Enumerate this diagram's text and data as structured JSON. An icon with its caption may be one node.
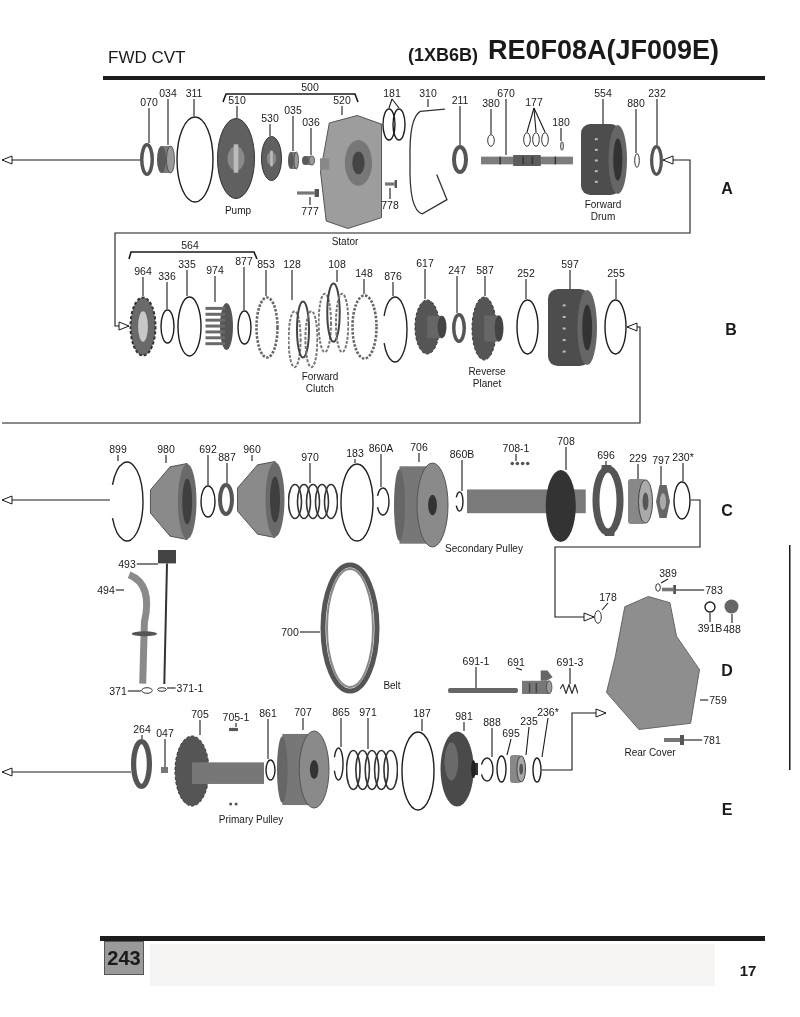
{
  "diagram": {
    "title": "RE0F08A(JF009E)",
    "nodes": [
      {
        "text": [
          "070"
        ]
      },
      {
        "text": [],
        "shape": "circle"
      },
      {
        "text": [
          "034"
        ]
      },
      {
        "text": [],
        "shape": "cylinder"
      },
      {
        "text": [
          "311"
        ]
      },
      {
        "text": [],
        "shape": "circle"
      },
      {
        "text": [
          "510"
        ]
      },
      {
        "text": [],
        "shape": "picture"
      },
      {
        "text": [
          "530"
        ]
      },
      {
        "text": [],
        "shape": "picture"
      },
      {
        "text": [
          "035"
        ]
      },
      {
        "text": [],
        "shape": "cylinder"
      },
      {
        "text": [
          "036"
        ]
      },
      {
        "text": [],
        "shape": "cylinder"
      },
      {
        "text": [
          "520"
        ]
      },
      {
        "text": [],
        "shape": "picture"
      },
      {
        "text": [
          "777"
        ]
      },
      {
        "text": [],
        "shape": "picture"
      },
      {
        "text": [
          "778"
        ]
      },
      {
        "text": [],
        "shape": "picture"
      },
      {
        "text": [
          "181"
        ]
      },
      {
        "text": [],
        "shape": "circle"
      },
      {
        "text": [],
        "shape": "circle"
      },
      {
        "text": [
          "310"
        ]
      },
      {
        "text": [],
        "shape": "picture"
      },
      {
        "text": [
          "211"
        ]
      },
      {
        "text": [],
        "shape": "circle"
      },
      {
        "text": [
          "380"
        ]
      },
      {
        "text": [],
        "shape": "circle"
      },
      {
        "text": [
          "670"
        ]
      },
      {
        "text": [],
        "shape": "picture"
      },
      {
        "text": [
          "177"
        ]
      },
      {
        "text": [],
        "shape": "circle"
      },
      {
        "text": [],
        "shape": "circle"
      },
      {
        "text": [],
        "shape": "circle"
      },
      {
        "text": [
          "180"
        ]
      },
      {
        "text": [],
        "shape": "circle"
      },
      {
        "text": [
          "554"
        ]
      },
      {
        "text": [],
        "shape": "picture"
      },
      {
        "text": [
          "880"
        ]
      },
      {
        "text": [],
        "shape": "circle"
      },
      {
        "text": [
          "232"
        ]
      },
      {
        "text": [],
        "shape": "circle"
      },
      {
        "text": [
          "964"
        ]
      },
      {
        "text": [],
        "shape": "picture"
      },
      {
        "text": [
          "336"
        ]
      },
      {
        "text": [],
        "shape": "circle"
      },
      {
        "text": [
          "335"
        ]
      },
      {
        "text": [],
        "shape": "circle"
      },
      {
        "text": [
          "974"
        ]
      },
      {
        "text": [],
        "shape": "picture"
      },
      {
        "text": [
          "877"
        ]
      },
      {
        "text": [],
        "shape": "circle"
      },
      {
        "text": [
          "853"
        ]
      },
      {
        "text": [],
        "shape": "circle"
      },
      {
        "text": [
          "128"
        ]
      },
      {
        "text": [],
        "shape": "picture"
      },
      {
        "text": [
          "108"
        ]
      },
      {
        "text": [],
        "shape": "picture"
      },
      {
        "text": [
          "148"
        ]
      },
      {
        "text": [],
        "shape": "circle"
      },
      {
        "text": [
          "876"
        ]
      },
      {
        "text": [],
        "shape": "circle"
      },
      {
        "text": [
          "617"
        ]
      },
      {
        "text": [],
        "shape": "picture"
      },
      {
        "text": [
          "247"
        ]
      },
      {
        "text": [],
        "shape": "circle"
      },
      {
        "text": [
          "587"
        ]
      },
      {
        "text": [],
        "shape": "picture"
      },
      {
        "text": [
          "252"
        ]
      },
      {
        "text": [],
        "shape": "circle"
      },
      {
        "text": [
          "597"
        ]
      },
      {
        "text": [],
        "shape": "picture"
      },
      {
        "text": [
          "255"
        ]
      },
      {
        "text": [],
        "shape": "circle"
      },
      {
        "text": [
          "899"
        ]
      },
      {
        "text": [],
        "shape": "circle"
      },
      {
        "text": [
          "980"
        ]
      },
      {
        "text": [],
        "shape": "picture"
      },
      {
        "text": [
          "692"
        ]
      },
      {
        "text": [],
        "shape": "circle"
      },
      {
        "text": [
          "887"
        ]
      },
      {
        "text": [],
        "shape": "circle"
      },
      {
        "text": [
          "960"
        ]
      },
      {
        "text": [],
        "shape": "picture"
      },
      {
        "text": [
          "970"
        ]
      },
      {
        "text": [],
        "shape": "picture"
      },
      {
        "text": [
          "183"
        ]
      },
      {
        "text": [],
        "shape": "circle"
      },
      {
        "text": [
          "860A"
        ]
      },
      {
        "text": [],
        "shape": "circle"
      },
      {
        "text": [
          "706"
        ]
      },
      {
        "text": [],
        "shape": "picture"
      },
      {
        "text": [
          "860B"
        ]
      },
      {
        "text": [],
        "shape": "circle"
      },
      {
        "text": [
          "708-1"
        ]
      },
      {
        "text": [],
        "shape": "picture"
      },
      {
        "text": [
          "708"
        ]
      },
      {
        "text": [],
        "shape": "picture"
      },
      {
        "text": [
          "696"
        ]
      },
      {
        "text": [],
        "shape": "circle"
      },
      {
        "text": [
          "229"
        ]
      },
      {
        "text": [],
        "shape": "cylinder"
      },
      {
        "text": [
          "797"
        ]
      },
      {
        "text": [],
        "shape": "picture"
      },
      {
        "text": [
          "230*"
        ]
      },
      {
        "text": [],
        "shape": "circle"
      },
      {
        "text": [
          "493"
        ]
      },
      {
        "text": [],
        "shape": "picture"
      },
      {
        "text": [
          "494"
        ]
      },
      {
        "text": [],
        "shape": "picture"
      },
      {
        "text": [
          "371"
        ]
      },
      {
        "text": [],
        "shape": "circle"
      },
      {
        "text": [
          "371-1"
        ]
      },
      {
        "text": [],
        "shape": "circle"
      },
      {
        "text": [
          "700"
        ]
      },
      {
        "text": [],
        "shape": "picture"
      },
      {
        "text": [
          "178"
        ]
      },
      {
        "text": [],
        "shape": "circle"
      },
      {
        "text": [
          "389"
        ]
      },
      {
        "text": [],
        "shape": "circle"
      },
      {
        "text": [
          "783"
        ]
      },
      {
        "text": [],
        "shape": "picture"
      },
      {
        "text": [
          "391B"
        ]
      },
      {
        "text": [],
        "shape": "circle"
      },
      {
        "text": [
          "488"
        ]
      },
      {
        "text": [],
        "shape": "circle"
      },
      {
        "text": [
          "759"
        ]
      },
      {
        "text": [],
        "shape": "picture"
      },
      {
        "text": [
          "691-1"
        ]
      },
      {
        "text": [],
        "shape": "bar"
      },
      {
        "text": [
          "691"
        ]
      },
      {
        "text": [],
        "shape": "picture"
      },
      {
        "text": [
          "691-3"
        ]
      },
      {
        "text": [],
        "shape": "picture"
      },
      {
        "text": [
          "781"
        ]
      },
      {
        "text": [],
        "shape": "picture"
      },
      {
        "text": [
          "264"
        ]
      },
      {
        "text": [],
        "shape": "circle"
      },
      {
        "text": [
          "047"
        ]
      },
      {
        "text": [],
        "shape": "box"
      },
      {
        "text": [
          "705"
        ]
      },
      {
        "text": [],
        "shape": "picture"
      },
      {
        "text": [
          "705-1"
        ]
      },
      {
        "text": [],
        "shape": "picture"
      },
      {
        "text": [
          "861"
        ]
      },
      {
        "text": [],
        "shape": "circle"
      },
      {
        "text": [
          "707"
        ]
      },
      {
        "text": [],
        "shape": "picture"
      },
      {
        "text": [
          "865"
        ]
      },
      {
        "text": [],
        "shape": "circle"
      },
      {
        "text": [
          "971"
        ]
      },
      {
        "text": [],
        "shape": "picture"
      },
      {
        "text": [
          "187"
        ]
      },
      {
        "text": [],
        "shape": "circle"
      },
      {
        "text": [
          "981"
        ]
      },
      {
        "text": [],
        "shape": "picture"
      },
      {
        "text": [
          "888"
        ]
      },
      {
        "text": [],
        "shape": "circle"
      },
      {
        "text": [
          "695"
        ]
      },
      {
        "text": [],
        "shape": "circle"
      },
      {
        "text": [
          "235"
        ]
      },
      {
        "text": [],
        "shape": "cylinder"
      },
      {
        "text": [
          "236*"
        ]
      },
      {
        "text": [],
        "shape": "circle"
      }
    ],
    "edges": [
      {
        "from": 0,
        "to": 1,
        "arrow": "none"
      },
      {
        "from": 2,
        "to": 3,
        "arrow": "none"
      },
      {
        "from": 4,
        "to": 5,
        "arrow": "none"
      },
      {
        "from": 6,
        "to": 7,
        "arrow": "none"
      },
      {
        "from": 8,
        "to": 9,
        "arrow": "none"
      },
      {
        "from": 10,
        "to": 11,
        "arrow": "none"
      },
      {
        "from": 12,
        "to": 13,
        "arrow": "none"
      },
      {
        "from": 14,
        "to": 15,
        "arrow": "none"
      },
      {
        "from": 16,
        "to": 17,
        "arrow": "none"
      },
      {
        "from": 18,
        "to": 19,
        "arrow": "none"
      },
      {
        "from": 20,
        "to": 21,
        "arrow": "none"
      },
      {
        "from": 20,
        "to": 22,
        "arrow": "none"
      },
      {
        "from": 23,
        "to": 24,
        "arrow": "none"
      },
      {
        "from": 25,
        "to": 26,
        "arrow": "none"
      },
      {
        "from": 27,
        "to": 28,
        "arrow": "none"
      },
      {
        "from": 29,
        "to": 30,
        "arrow": "none"
      },
      {
        "from": 31,
        "to": 32,
        "arrow": "none"
      },
      {
        "from": 31,
        "to": 33,
        "arrow": "none"
      },
      {
        "from": 31,
        "to": 34,
        "arrow": "none"
      },
      {
        "from": 35,
        "to": 36,
        "arrow": "none"
      },
      {
        "from": 37,
        "to": 38,
        "arrow": "none"
      },
      {
        "from": 39,
        "to": 40,
        "arrow": "none"
      },
      {
        "from": 41,
        "to": 42,
        "arrow": "none"
      },
      {
        "from": 43,
        "to": 44,
        "arrow": "none"
      },
      {
        "from": 45,
        "to": 46,
        "arrow": "none"
      },
      {
        "from": 47,
        "to": 48,
        "arrow": "none"
      },
      {
        "from": 49,
        "to": 50,
        "arrow": "none"
      },
      {
        "from": 51,
        "to": 52,
        "arrow": "none"
      },
      {
        "from": 53,
        "to": 54,
        "arrow": "none"
      },
      {
        "from": 55,
        "to": 56,
        "arrow": "none"
      },
      {
        "from": 57,
        "to": 58,
        "arrow": "none"
      },
      {
        "from": 59,
        "to": 60,
        "arrow": "none"
      },
      {
        "from": 61,
        "to": 62,
        "arrow": "none"
      },
      {
        "from": 63,
        "to": 64,
        "arrow": "none"
      },
      {
        "from": 65,
        "to": 66,
        "arrow": "none"
      },
      {
        "from": 67,
        "to": 68,
        "arrow": "none"
      },
      {
        "from": 69,
        "to": 70,
        "arrow": "none"
      },
      {
        "from": 71,
        "to": 72,
        "arrow": "none"
      },
      {
        "from": 73,
        "to": 74,
        "arrow": "none"
      },
      {
        "from": 75,
        "to": 76,
        "arrow": "none"
      },
      {
        "from": 77,
        "to": 78,
        "arrow": "none"
      },
      {
        "from": 79,
        "to": 80,
        "arrow": "none"
      },
      {
        "from": 81,
        "to": 82,
        "arrow": "none"
      },
      {
        "from": 83,
        "to": 84,
        "arrow": "none"
      },
      {
        "from": 85,
        "to": 86,
        "arrow": "none"
      },
      {
        "from": 87,
        "to": 88,
        "arrow": "none"
      },
      {
        "from": 89,
        "to": 90,
        "arrow": "none"
      },
      {
        "from": 91,
        "to": 92,
        "arrow": "none"
      },
      {
        "from": 93,
        "to": 94,
        "arrow": "none"
      },
      {
        "from": 95,
        "to": 96,
        "arrow": "none"
      },
      {
        "from": 97,
        "to": 98,
        "arrow": "none"
      },
      {
        "from": 99,
        "to": 100,
        "arrow": "none"
      },
      {
        "from": 101,
        "to": 102,
        "arrow": "none"
      },
      {
        "from": 103,
        "to": 104,
        "arrow": "none"
      },
      {
        "from": 105,
        "to": 106,
        "arrow": "none"
      },
      {
        "from": 107,
        "to": 108,
        "arrow": "none"
      },
      {
        "from": 109,
        "to": 110,
        "arrow": "none"
      },
      {
        "from": 111,
        "to": 112,
        "arrow": "none"
      },
      {
        "from": 113,
        "to": 114,
        "arrow": "none"
      },
      {
        "from": 115,
        "to": 116,
        "arrow": "none"
      },
      {
        "from": 117,
        "to": 118,
        "arrow": "none"
      },
      {
        "from": 119,
        "to": 120,
        "arrow": "none"
      },
      {
        "from": 121,
        "to": 122,
        "arrow": "none"
      },
      {
        "from": 123,
        "to": 124,
        "arrow": "none"
      },
      {
        "from": 125,
        "to": 126,
        "arrow": "none"
      },
      {
        "from": 127,
        "to": 128,
        "arrow": "none"
      },
      {
        "from": 129,
        "to": 130,
        "arrow": "none"
      },
      {
        "from": 131,
        "to": 132,
        "arrow": "none"
      },
      {
        "from": 133,
        "to": 134,
        "arrow": "none"
      },
      {
        "from": 135,
        "to": 136,
        "arrow": "none"
      },
      {
        "from": 137,
        "to": 138,
        "arrow": "none"
      },
      {
        "from": 139,
        "to": 140,
        "arrow": "none"
      },
      {
        "from": 141,
        "to": 142,
        "arrow": "none"
      },
      {
        "from": 143,
        "to": 144,
        "arrow": "none"
      },
      {
        "from": 145,
        "to": 146,
        "arrow": "none"
      },
      {
        "from": 147,
        "to": 148,
        "arrow": "none"
      },
      {
        "from": 149,
        "to": 150,
        "arrow": "none"
      },
      {
        "from": 151,
        "to": 152,
        "arrow": "none"
      },
      {
        "from": 153,
        "to": 154,
        "arrow": "none"
      },
      {
        "from": 155,
        "to": 156,
        "arrow": "none"
      },
      {
        "from": 157,
        "to": 158,
        "arrow": "none"
      },
      {
        "from": 159,
        "to": 160,
        "arrow": "none"
      },
      {
        "from": 161,
        "to": 162,
        "arrow": "none"
      },
      {
        "from": 163,
        "to": 164,
        "arrow": "none"
      },
      {
        "from": 1,
        "to": null,
        "arrow": "to"
      },
      {
        "from": 42,
        "to": 44,
        "arrow": "both"
      },
      {
        "from": null,
        "to": 74,
        "arrow": "to"
      },
      {
        "from": 76,
        "to": null,
        "arrow": "to"
      },
      {
        "from": 106,
        "to": 118,
        "arrow": "to"
      },
      {
        "from": 138,
        "to": null,
        "arrow": "to"
      },
      {
        "from": 164,
        "to": 128,
        "arrow": "to"
      }
    ],
    "labels": [
      "FWD CVT",
      "(1XB6B)",
      "500",
      "Pump",
      "Stator",
      "Forward Drum",
      "A",
      "564",
      "Forward Clutch",
      "Reverse Planet",
      "B",
      "Secondary Pulley",
      "C",
      "Belt",
      "Rear Cover",
      "D",
      "Primary Pulley",
      "E",
      "243",
      "17"
    ]
  }
}
